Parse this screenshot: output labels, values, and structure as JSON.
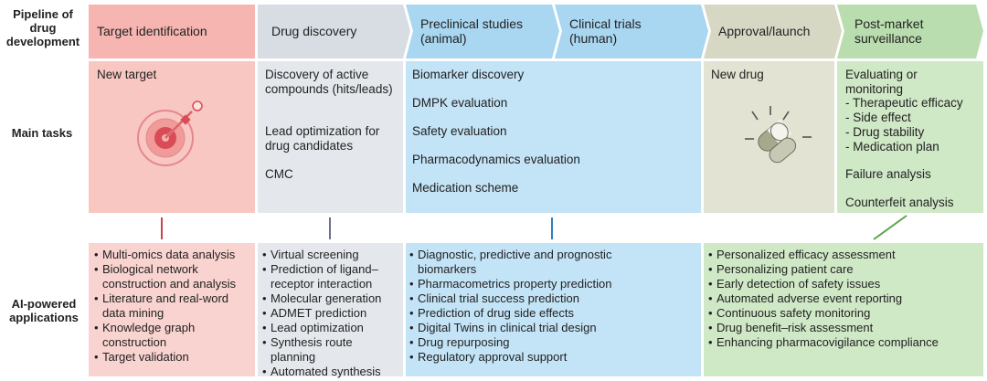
{
  "row_labels": {
    "pipeline": "Pipeline of drug development",
    "tasks": "Main tasks",
    "ai": "AI-powered applications"
  },
  "stages": [
    {
      "label": "Target identification",
      "color": "#f6b5b1"
    },
    {
      "label": "Drug discovery",
      "color": "#d7dde3"
    },
    {
      "label": "Preclinical studies (animal)",
      "color": "#a9d6f0"
    },
    {
      "label": "Clinical trials (human)",
      "color": "#a9d6f0"
    },
    {
      "label": "Approval/launch",
      "color": "#d6d8c4"
    },
    {
      "label": "Post-market surveillance",
      "color": "#b9ddae"
    }
  ],
  "tasks": {
    "target": [
      "New target"
    ],
    "discovery": [
      "Discovery of active compounds (hits/leads)",
      "Lead optimization for drug candidates",
      "CMC"
    ],
    "preclinical": [
      "Biomarker discovery",
      "DMPK evaluation",
      "Safety evaluation",
      "Pharmacodynamics evaluation",
      "Medication scheme"
    ],
    "approval": [
      "New drug"
    ],
    "postmarket": {
      "heading": "Evaluating or monitoring",
      "items": [
        "Therapeutic efficacy",
        "Side effect",
        "Drug stability",
        "Medication plan"
      ],
      "extra": [
        "Failure analysis",
        "Counterfeit analysis"
      ]
    }
  },
  "applications": {
    "target": [
      "Multi-omics data analysis",
      "Biological network construction and analysis",
      "Literature and real-word data mining",
      "Knowledge graph construction",
      "Target validation"
    ],
    "discovery": [
      "Virtual screening",
      "Prediction of ligand–receptor interaction",
      "Molecular generation",
      "ADMET prediction",
      "Lead optimization",
      "Synthesis route planning",
      "Automated synthesis"
    ],
    "preclinical": [
      "Diagnostic, predictive and prognostic biomarkers",
      "Pharmacometrics property prediction",
      "Clinical trial success prediction",
      "Prediction of drug side effects",
      "Digital Twins in clinical trial design",
      "Drug repurposing",
      "Regulatory approval support"
    ],
    "postmarket": [
      "Personalized efficacy assessment",
      "Personalizing patient care",
      "Early detection of safety issues",
      "Automated adverse event reporting",
      "Continuous safety monitoring",
      "Drug benefit–risk assessment",
      "Enhancing pharmacovigilance compliance"
    ]
  },
  "colors": {
    "target_light": "#fde3e0",
    "target_mid": "#f4c9c5",
    "target_line": "#c9434f",
    "discovery_light": "#e9ecef",
    "discovery_line": "#6b708c",
    "preclinical_light": "#d5ebf8",
    "preclinical_line": "#2f7fc0",
    "approval_light": "#e8e9dc",
    "post_light": "#dcefd5",
    "post_line": "#5aa54a"
  }
}
